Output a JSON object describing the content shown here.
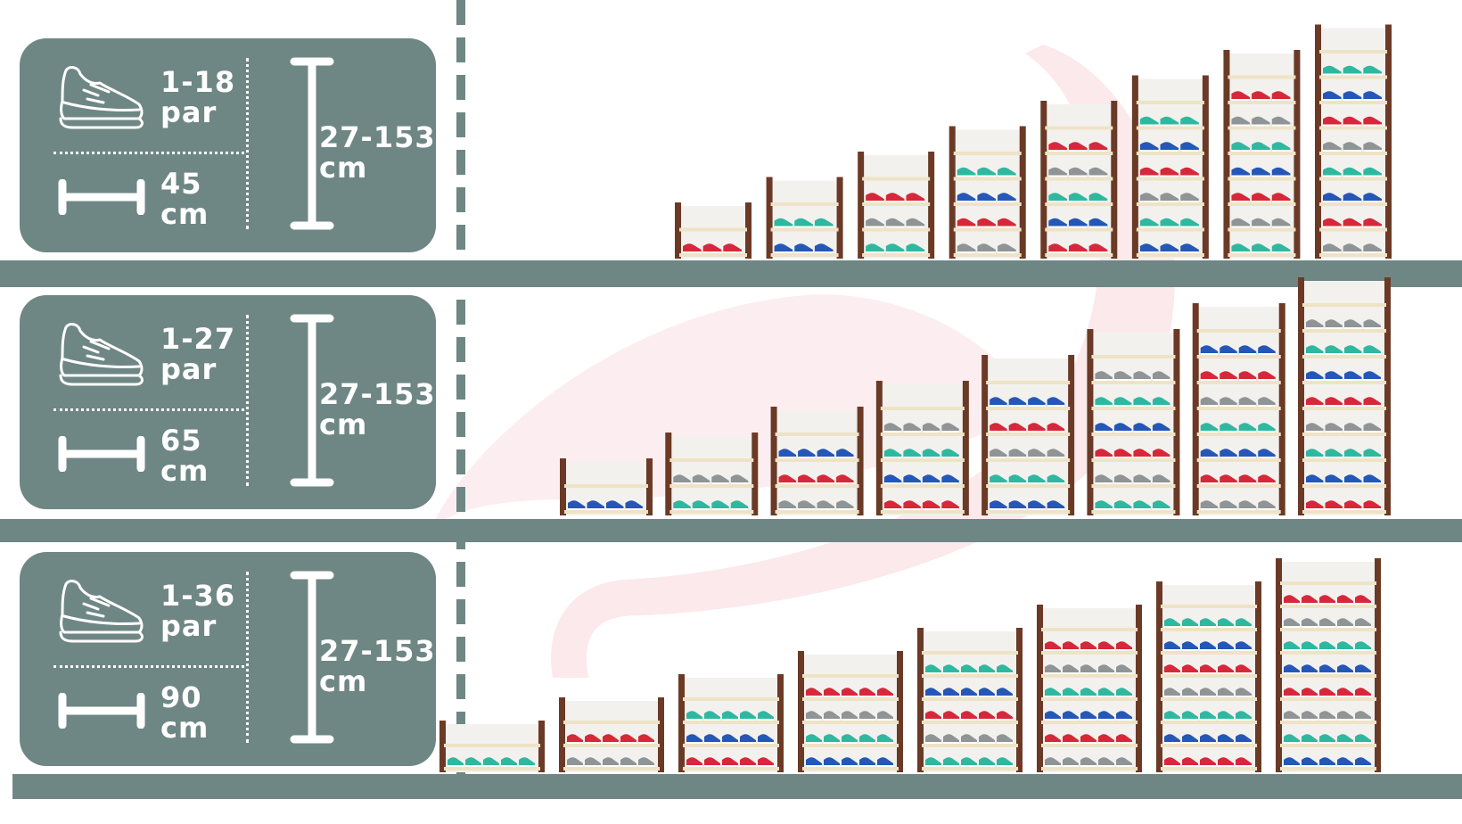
{
  "colors": {
    "panel": "#6f8784",
    "wood": "#6b3a26",
    "shelf_board": "#efe3c6",
    "shoe_red": "#d6283a",
    "shoe_blue": "#2457b8",
    "shoe_teal": "#2fb8a0",
    "shoe_gray": "#8f9496"
  },
  "rows": [
    {
      "pairs": "1-18\npar",
      "width": "45\ncm",
      "height": "27-153\ncm",
      "icons": [
        "sneaker-icon",
        "width-bracket-icon",
        "height-bracket-icon"
      ],
      "rack_count": 8
    },
    {
      "pairs": "1-27\npar",
      "width": "65\ncm",
      "height": "27-153\ncm",
      "icons": [
        "sneaker-icon",
        "width-bracket-icon",
        "height-bracket-icon"
      ],
      "rack_count": 8
    },
    {
      "pairs": "1-36\npar",
      "width": "90\ncm",
      "height": "27-153\ncm",
      "icons": [
        "sneaker-icon",
        "width-bracket-icon",
        "height-bracket-icon"
      ],
      "rack_count": 8
    }
  ]
}
